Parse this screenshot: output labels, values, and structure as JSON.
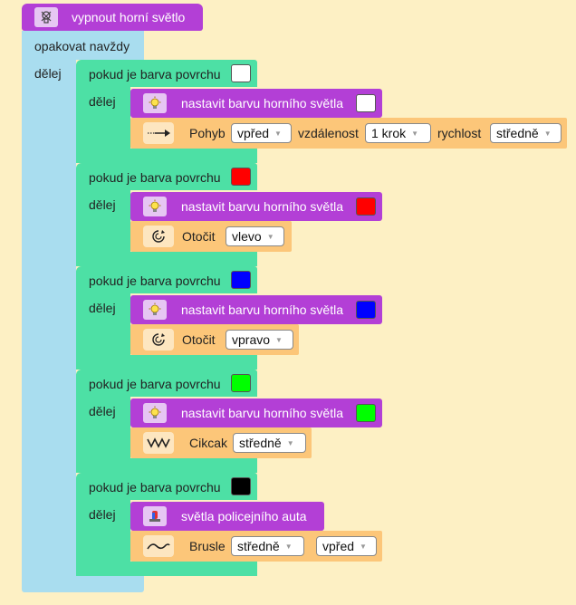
{
  "hat": {
    "label": "vypnout horní světlo",
    "icon": "light-off-icon"
  },
  "forever": {
    "label": "opakovat navždy",
    "do_label": "dělej"
  },
  "if_label": "pokud je barva povrchu",
  "do_label": "dělej",
  "set_light_label": "nastavit barvu horního světla",
  "branches": [
    {
      "color": "#ffffff",
      "action": {
        "label": "Pohyb",
        "direction": "vpřed",
        "distance_label": "vzdálenost",
        "distance": "1 krok",
        "speed_label": "rychlost",
        "speed": "středně",
        "icon": "arrow-right-icon"
      }
    },
    {
      "color": "#ff0000",
      "action": {
        "label": "Otočit",
        "value": "vlevo",
        "icon": "rotate-icon"
      }
    },
    {
      "color": "#0000ff",
      "action": {
        "label": "Otočit",
        "value": "vpravo",
        "icon": "rotate-icon"
      }
    },
    {
      "color": "#00ff00",
      "action": {
        "label": "Cikcak",
        "value": "středně",
        "icon": "zigzag-icon"
      }
    },
    {
      "color": "#000000",
      "special_label": "světla policejního auta",
      "action": {
        "label": "Brusle",
        "value": "středně",
        "value2": "vpřed",
        "icon": "wave-icon"
      }
    }
  ],
  "colors": {
    "purple": "#b33fd6",
    "blue": "#a9ddef",
    "green": "#4de0a5",
    "orange": "#fcc679",
    "background": "#fdf0c4"
  }
}
